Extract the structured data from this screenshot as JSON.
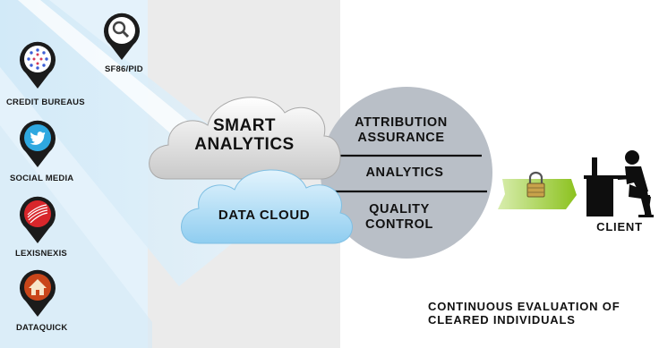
{
  "sources": [
    {
      "label": "SF86/PID",
      "icon": "magnifier-icon",
      "color": "#ffffff"
    },
    {
      "label": "CREDIT BUREAUS",
      "icon": "dotted-circle-icon",
      "color": "#3d5fd6"
    },
    {
      "label": "SOCIAL MEDIA",
      "icon": "twitter-bird-icon",
      "color": "#2fa8e0"
    },
    {
      "label": "LEXISNEXIS",
      "icon": "lexisnexis-icon",
      "color": "#d8262b"
    },
    {
      "label": "DATAQUICK",
      "icon": "house-icon",
      "color": "#c9461a"
    }
  ],
  "clouds": {
    "top": "SMART ANALYTICS",
    "bottom": "DATA CLOUD"
  },
  "circle_items": [
    "ATTRIBUTION ASSURANCE",
    "ANALYTICS",
    "QUALITY CONTROL"
  ],
  "client_label": "CLIENT",
  "caption": "CONTINUOUS EVALUATION OF CLEARED INDIVIDUALS",
  "colors": {
    "panel_gray": "#ebebeb",
    "beam_blue": "#d6ecf8",
    "circle_gray": "#b9bfc7",
    "cloud_blue": "#bfe3f7",
    "arrow_green": "#9fcf3a"
  }
}
